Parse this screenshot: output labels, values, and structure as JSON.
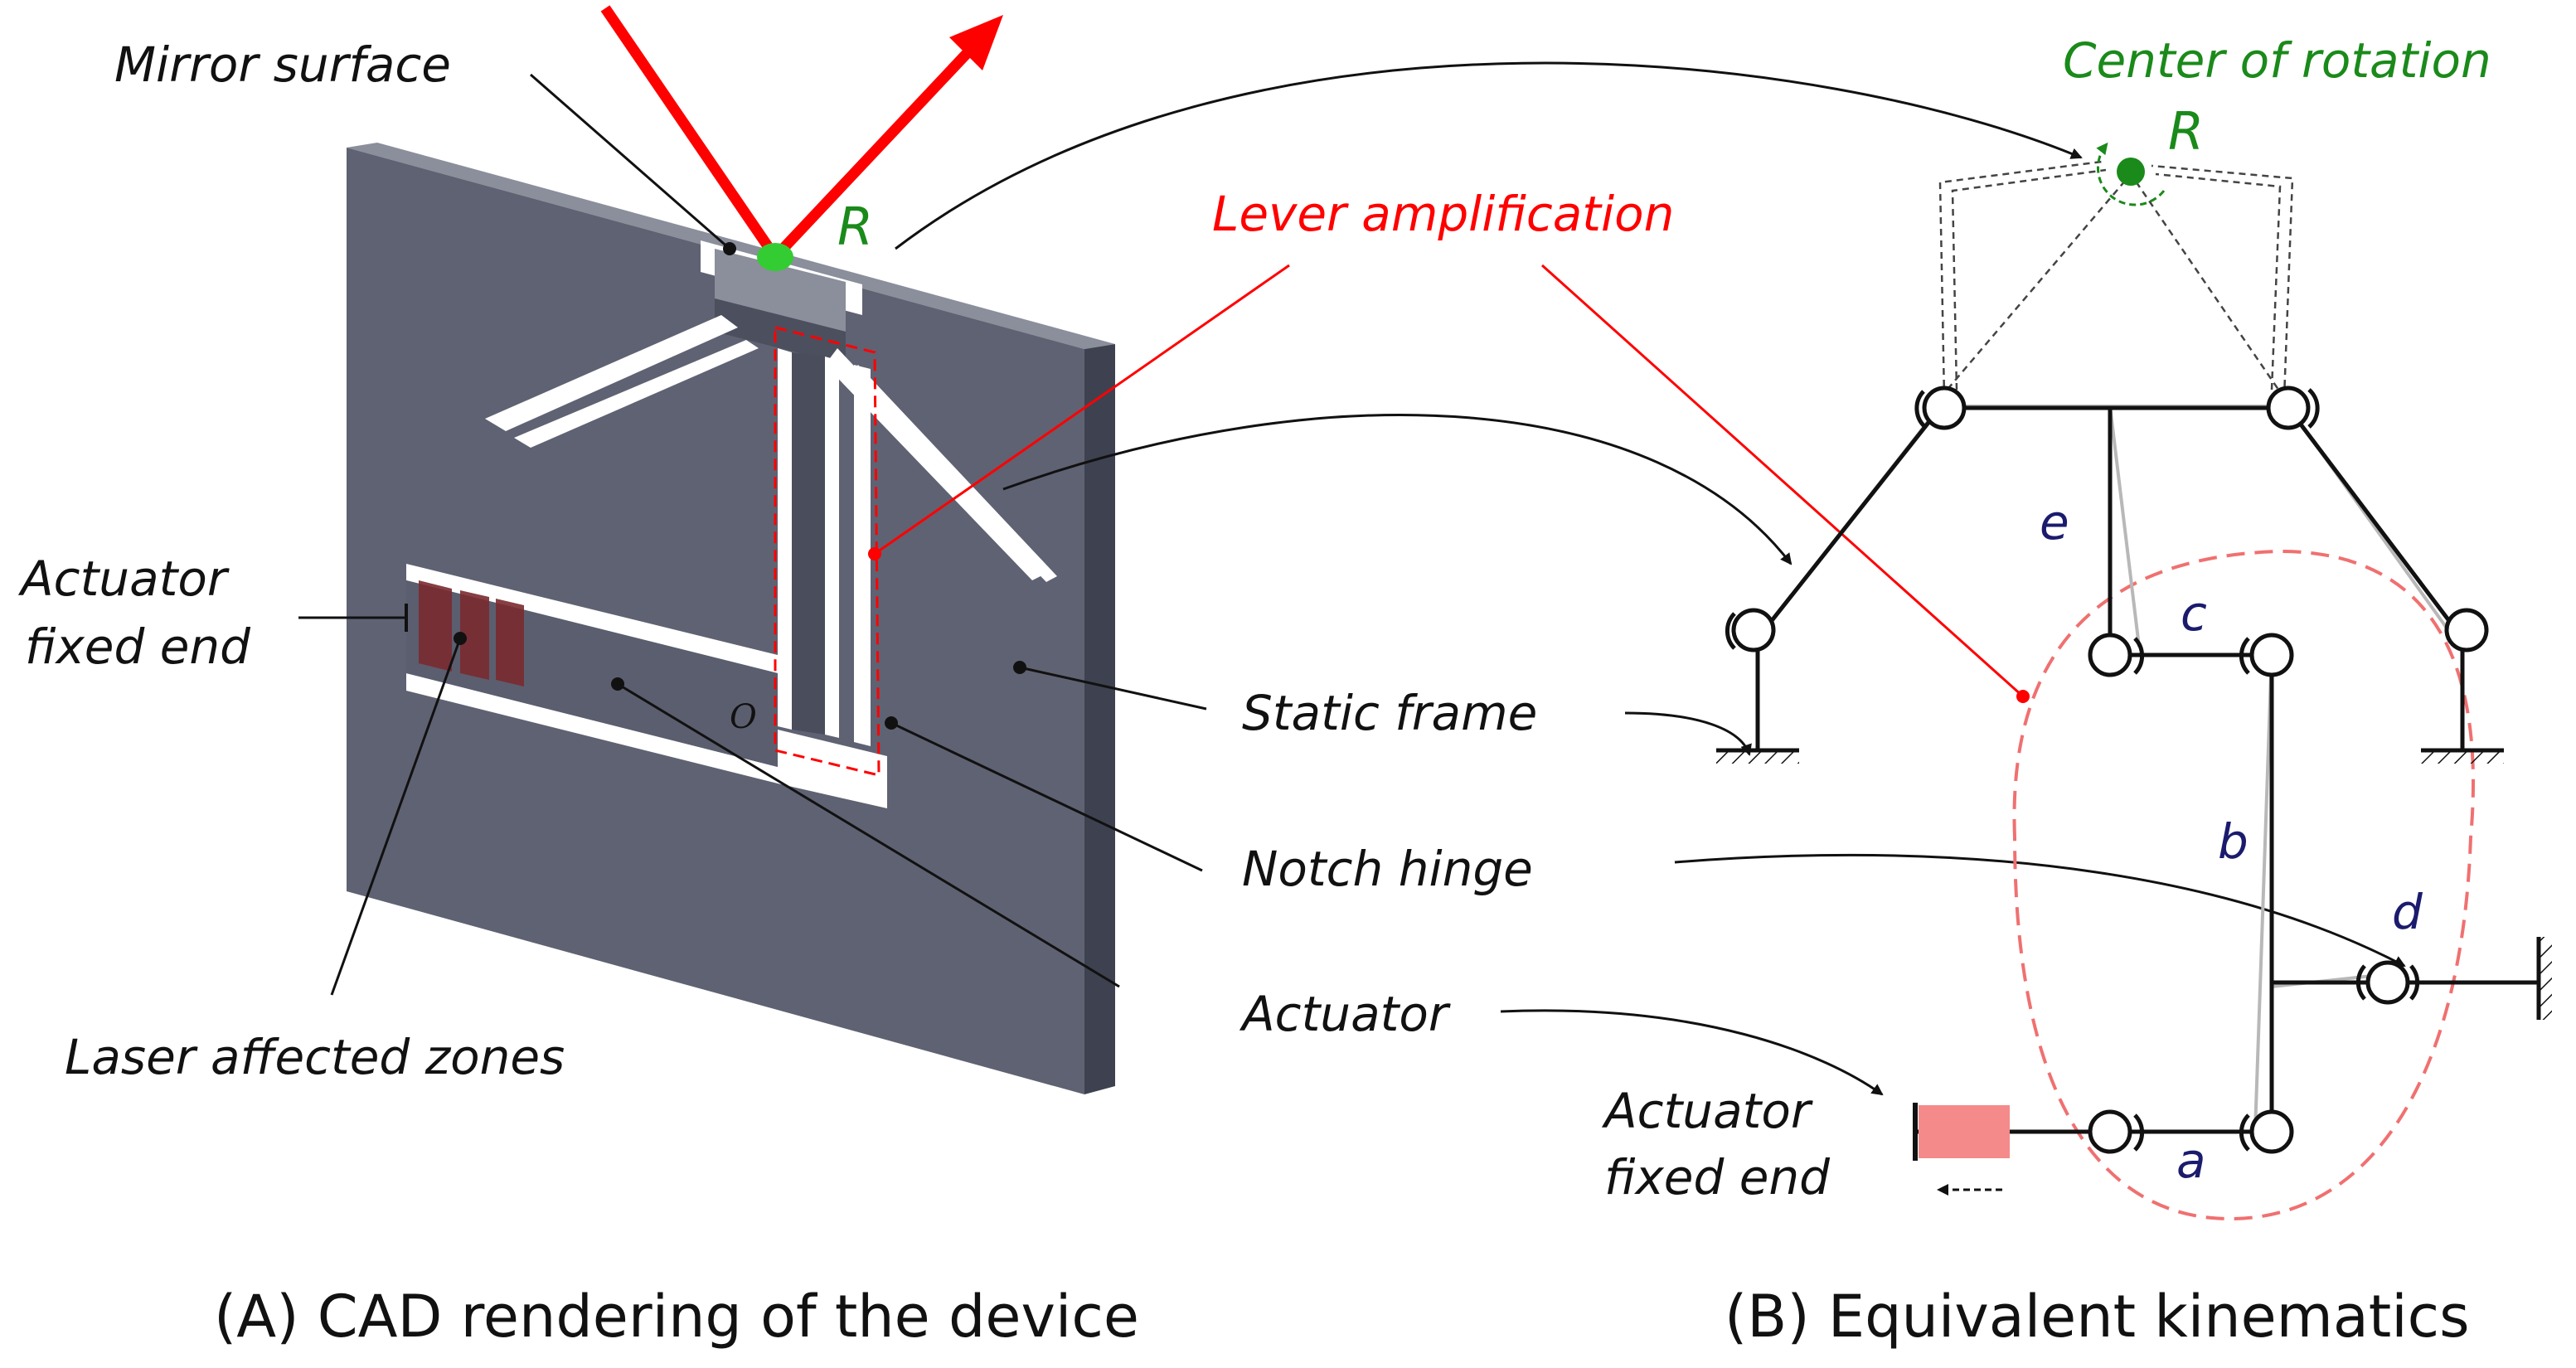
{
  "labels": {
    "mirror_surface": "Mirror surface",
    "rotation_point_left": "R",
    "actuator_fixed_end_left_line1": "Actuator",
    "actuator_fixed_end_left_line2": "fixed end",
    "laser_affected_zones": "Laser affected zones",
    "origin": "O",
    "lever_amplification": "Lever amplification",
    "static_frame": "Static frame",
    "notch_hinge": "Notch hinge",
    "actuator": "Actuator",
    "center_of_rotation": "Center of rotation",
    "rotation_point_right": "R",
    "actuator_fixed_end_right_line1": "Actuator",
    "actuator_fixed_end_right_line2": "fixed end",
    "link_a": "a",
    "link_b": "b",
    "link_c": "c",
    "link_d": "d",
    "link_e": "e"
  },
  "captions": {
    "left": "(A) CAD rendering of the device",
    "right": "(B) Equivalent kinematics"
  },
  "colors": {
    "frame_face": "#5f6272",
    "frame_top": "#8b8e9b",
    "frame_side": "#3e4150",
    "slot": "#ffffff",
    "beam_red": "#ff0000",
    "green": "#1a8a1a",
    "green_dot": "#33cc33",
    "navy": "#1b1b6e",
    "pink": "#f58a8a",
    "laser_zone": "#7a2a30",
    "dashed_red": "#f07070"
  }
}
